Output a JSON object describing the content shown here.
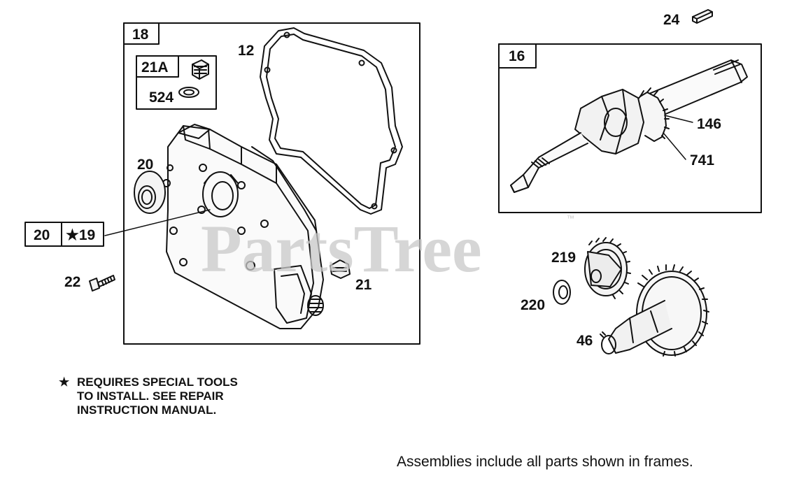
{
  "watermark": {
    "text": "PartsTree",
    "mark": "™"
  },
  "frames": {
    "frame_18": {
      "label": "18"
    },
    "frame_21a": {
      "label_top": "21A",
      "label_bottom": "524"
    },
    "frame_16": {
      "label": "16"
    },
    "frame_20_19": {
      "left": "20",
      "right": "★19"
    }
  },
  "callouts": {
    "c12": "12",
    "c20": "20",
    "c21": "21",
    "c22": "22",
    "c24": "24",
    "c146": "146",
    "c741": "741",
    "c219": "219",
    "c220": "220",
    "c46": "46"
  },
  "note": {
    "star": "★",
    "lines": [
      "REQUIRES SPECIAL TOOLS",
      "TO INSTALL.  SEE REPAIR",
      "INSTRUCTION MANUAL."
    ]
  },
  "footer": "Assemblies include all parts shown in frames."
}
